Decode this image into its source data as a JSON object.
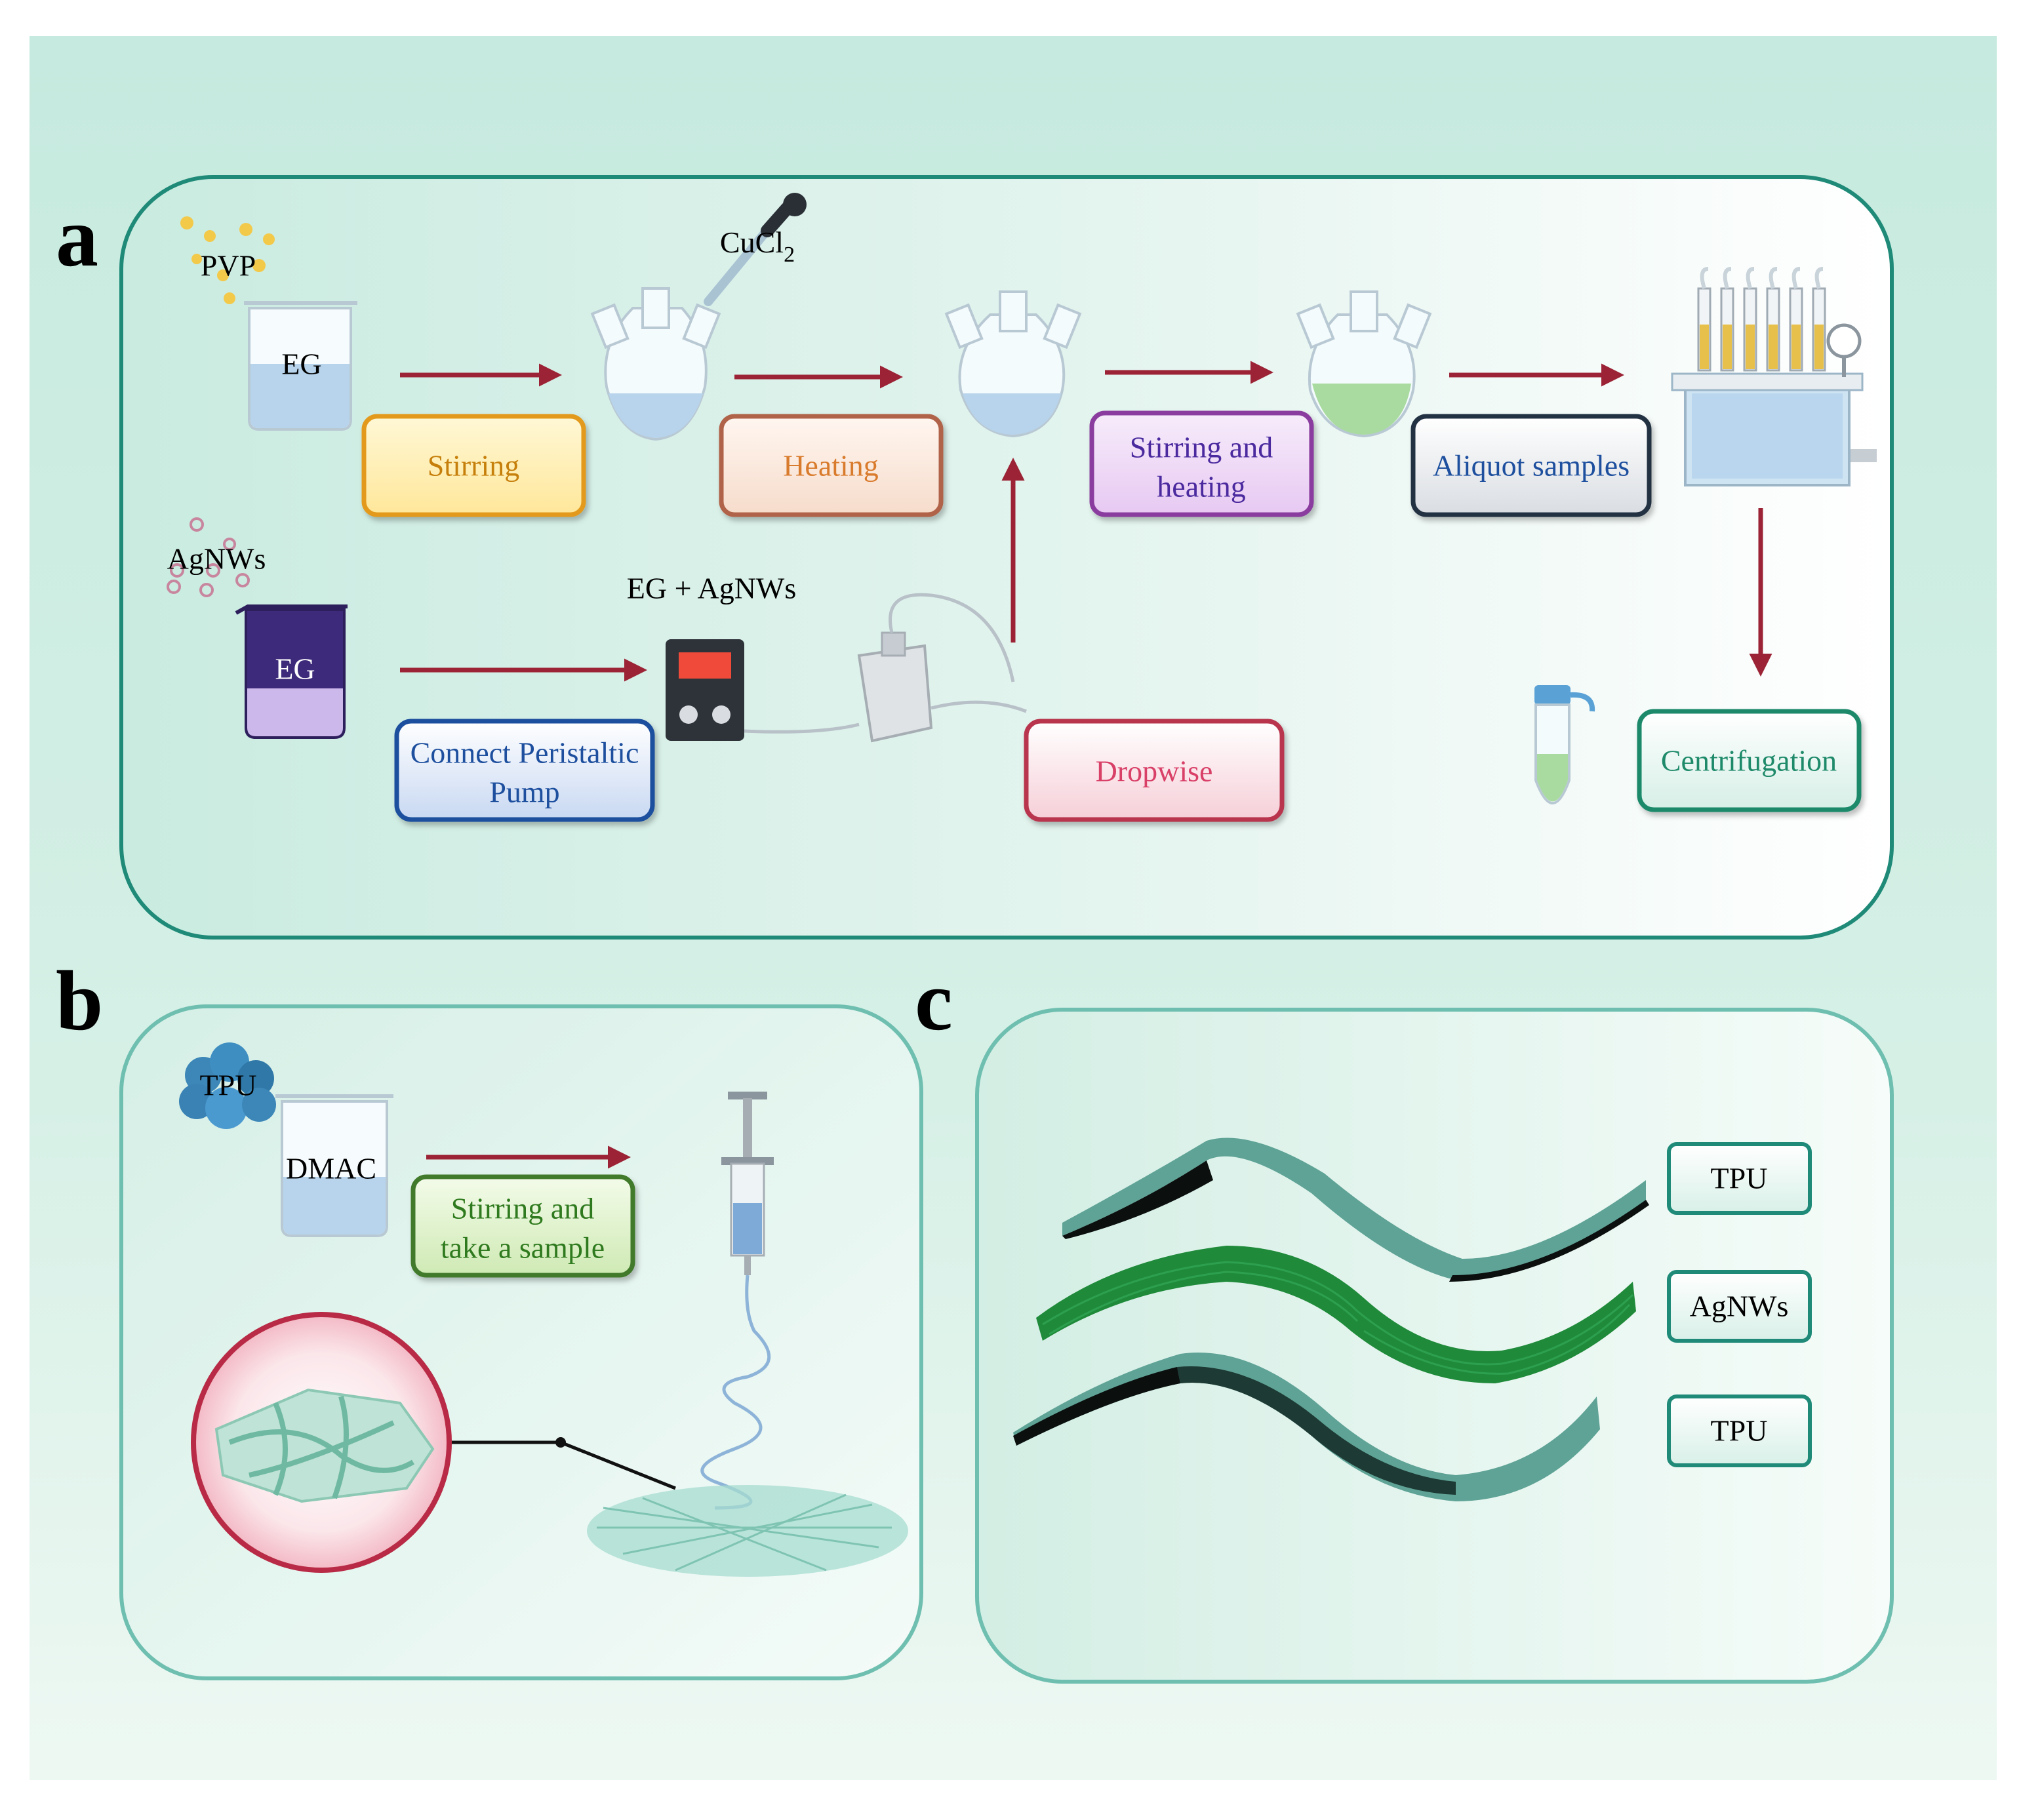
{
  "panels": {
    "a": {
      "letter": "a",
      "reagents": {
        "pvp": "PVP",
        "eg_top": "EG",
        "cucl": "CuCl",
        "cucl_sub": "2",
        "agnws": "AgNWs",
        "eg_bottom": "EG",
        "eg_agnws": "EG + AgNWs"
      },
      "steps": {
        "stirring": "Stirring",
        "heating": "Heating",
        "stirring_heating_1": "Stirring and",
        "stirring_heating_2": "heating",
        "aliquot": "Aliquot samples",
        "connect_1": "Connect Peristaltic",
        "connect_2": "Pump",
        "dropwise": "Dropwise",
        "centrifugation": "Centrifugation"
      }
    },
    "b": {
      "letter": "b",
      "reagents": {
        "tpu": "TPU",
        "dmac": "DMAC"
      },
      "steps": {
        "stir_sample_1": "Stirring and",
        "stir_sample_2": "take a sample"
      }
    },
    "c": {
      "letter": "c",
      "layers": {
        "top": "TPU",
        "middle": "AgNWs",
        "bottom": "TPU"
      }
    }
  },
  "colors": {
    "arrow": "#9b2335",
    "frame_a": "#1f8a78",
    "frame_bc": "#6fbfb0",
    "stirring": "#e39a1c",
    "heating": "#c8805a",
    "stirring_heating": "#8a3d9e",
    "aliquot": "#233042",
    "connect": "#1d4f9e",
    "dropwise": "#c2324f",
    "centrifugation": "#1e8a6a",
    "stir_sample": "#3f7a2a",
    "layer_box": "#1f8a78"
  }
}
